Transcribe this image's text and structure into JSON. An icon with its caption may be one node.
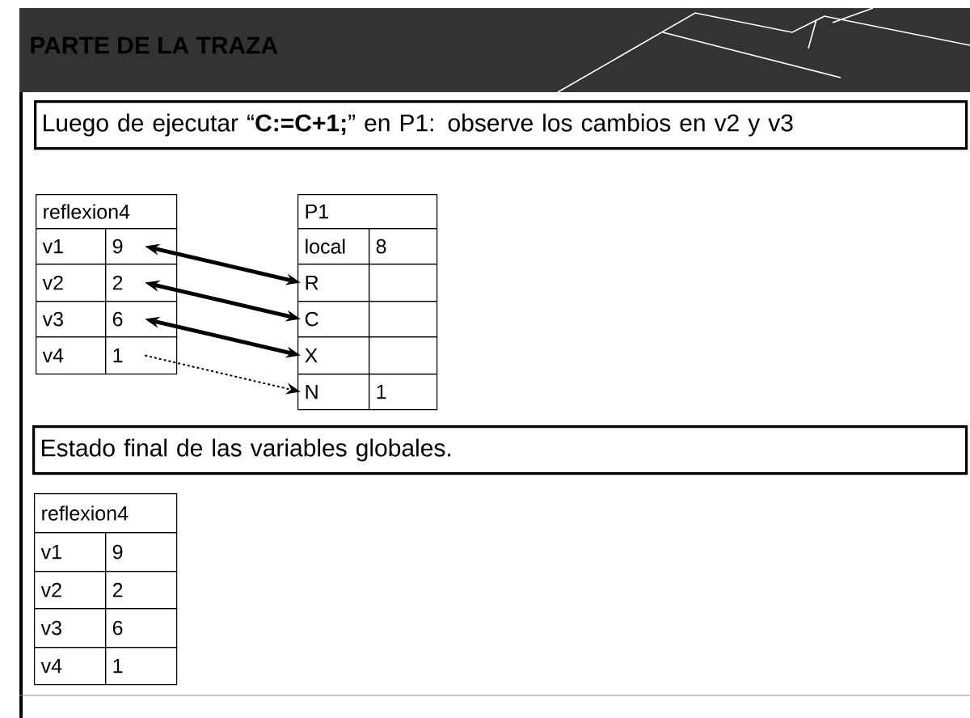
{
  "diagram": {
    "title": "PARTE DE LA TRAZA",
    "nodes": [
      {
        "text": [
          "Luego de ejecutar “**C:=C+1;**” en P1: observe los cambios en v2 y v3"
        ]
      },
      {
        "text": [
          "reflexion4"
        ]
      },
      {
        "text": [
          "v1"
        ]
      },
      {
        "text": [
          "9"
        ]
      },
      {
        "text": [
          "v2"
        ]
      },
      {
        "text": [
          "2"
        ]
      },
      {
        "text": [
          "v3"
        ]
      },
      {
        "text": [
          "6"
        ]
      },
      {
        "text": [
          "v4"
        ]
      },
      {
        "text": [
          "1"
        ]
      },
      {
        "text": [
          "P1"
        ]
      },
      {
        "text": [
          "local"
        ]
      },
      {
        "text": [
          "8"
        ]
      },
      {
        "text": [
          "R"
        ]
      },
      {
        "text": [],
        "shape": "box"
      },
      {
        "text": [
          "C"
        ]
      },
      {
        "text": [],
        "shape": "box"
      },
      {
        "text": [
          "X"
        ]
      },
      {
        "text": [],
        "shape": "box"
      },
      {
        "text": [
          "N"
        ]
      },
      {
        "text": [
          "1"
        ]
      },
      {
        "text": [
          "Estado final de las variables globales."
        ]
      },
      {
        "text": [
          "reflexion4"
        ]
      },
      {
        "text": [
          "v1"
        ]
      },
      {
        "text": [
          "9"
        ]
      },
      {
        "text": [
          "v2"
        ]
      },
      {
        "text": [
          "2"
        ]
      },
      {
        "text": [
          "v3"
        ]
      },
      {
        "text": [
          "6"
        ]
      },
      {
        "text": [
          "v4"
        ]
      },
      {
        "text": [
          "1"
        ]
      }
    ],
    "edges": [
      {
        "from": 3,
        "to": 13,
        "arrow": "both"
      },
      {
        "from": 5,
        "to": 15,
        "arrow": "both"
      },
      {
        "from": 7,
        "to": 17,
        "arrow": "both"
      },
      {
        "from": 9,
        "to": 19,
        "arrow": "to",
        "style": "dashed"
      }
    ]
  }
}
